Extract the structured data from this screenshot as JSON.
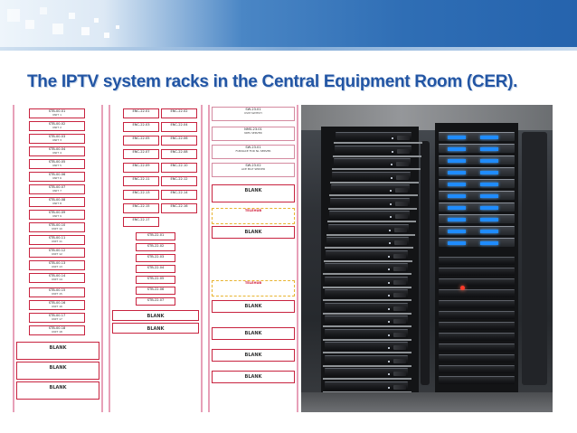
{
  "slide": {
    "title": "The IPTV system racks in the Central Equipment Room (CER)."
  },
  "diagram": {
    "rack1": {
      "units": [
        {
          "l1": "STB-00.01",
          "l2": "UNIT 1"
        },
        {
          "l1": "STB-00.02",
          "l2": "UNIT 2"
        },
        {
          "l1": "STB-00.03",
          "l2": "UNIT 3"
        },
        {
          "l1": "STB-00.04",
          "l2": "UNIT 4"
        },
        {
          "l1": "STB-00.05",
          "l2": "UNIT 5"
        },
        {
          "l1": "STB-00.06",
          "l2": "UNIT 6"
        },
        {
          "l1": "STB-00.07",
          "l2": "UNIT 7"
        },
        {
          "l1": "STB-00.08",
          "l2": "UNIT 8"
        },
        {
          "l1": "STB-00.09",
          "l2": "UNIT 9"
        },
        {
          "l1": "STB-00.10",
          "l2": "UNIT 10"
        },
        {
          "l1": "STB-00.11",
          "l2": "UNIT 11"
        },
        {
          "l1": "STB-00.12",
          "l2": "UNIT 12"
        },
        {
          "l1": "STB-00.13",
          "l2": "UNIT 13"
        },
        {
          "l1": "STB-00.14",
          "l2": "UNIT 14"
        },
        {
          "l1": "STB-00.15",
          "l2": "UNIT 15"
        },
        {
          "l1": "STB-00.16",
          "l2": "UNIT 16"
        },
        {
          "l1": "STB-00.17",
          "l2": "UNIT 17"
        },
        {
          "l1": "STB-00.18",
          "l2": "UNIT 18"
        }
      ],
      "blanks": [
        "BLANK",
        "BLANK",
        "BLANK"
      ]
    },
    "rack2": {
      "pairs": [
        {
          "a": "ENC-22.01",
          "b": "ENC-22.02"
        },
        {
          "a": "ENC-22.03",
          "b": "ENC-22.04"
        },
        {
          "a": "ENC-22.05",
          "b": "ENC-22.06"
        },
        {
          "a": "ENC-22.07",
          "b": "ENC-22.08"
        },
        {
          "a": "ENC-22.09",
          "b": "ENC-22.10"
        },
        {
          "a": "ENC-22.11",
          "b": "ENC-22.12"
        },
        {
          "a": "ENC-22.13",
          "b": "ENC-22.14"
        },
        {
          "a": "ENC-22.15",
          "b": "ENC-22.16"
        },
        {
          "a": "ENC-22.17",
          "b": ""
        }
      ],
      "small": [
        "STB-22.01",
        "STB-22.02",
        "STB-22.03",
        "STB-22.04",
        "STB-22.05",
        "STB-22.06",
        "STB-22.07"
      ],
      "blanks": [
        "BLANK",
        "BLANK"
      ]
    },
    "rack3": {
      "units": [
        {
          "l1": "SW-23.01",
          "l2": "KVM SWITCH"
        },
        {
          "l1": "NMS-23.01",
          "l2": "NMS SERVER"
        },
        {
          "l1": "SW-23.01",
          "l2": "FURNACE FOR NL SERVER"
        },
        {
          "l1": "SW-23.02",
          "l2": "ACE MGT SERVER"
        }
      ],
      "tags": [
        "TELEHUB",
        "TELEHUB"
      ],
      "blanks": [
        "BLANK",
        "BLANK",
        "BLANK",
        "BLANK",
        "BLANK",
        "BLANK"
      ]
    }
  }
}
